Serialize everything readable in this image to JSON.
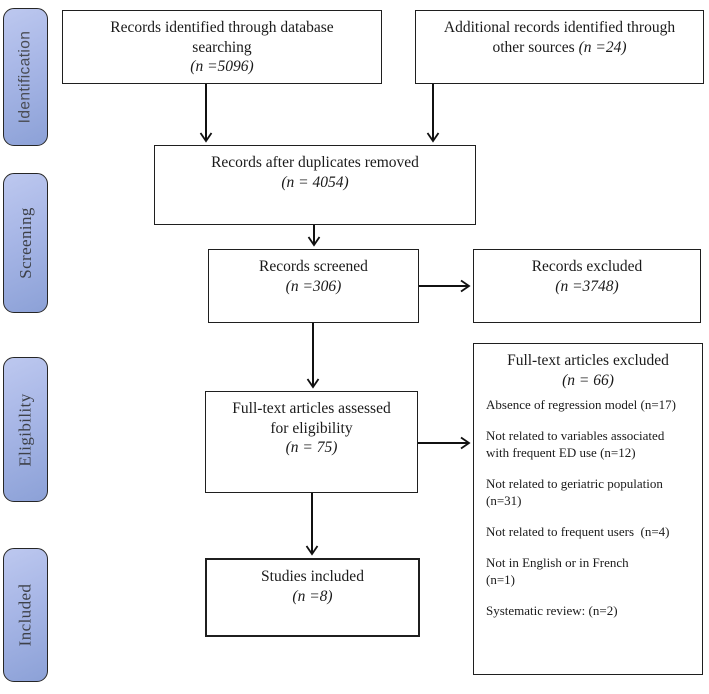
{
  "sidebar": {
    "items": [
      {
        "label": "Identification"
      },
      {
        "label": "Screening"
      },
      {
        "label": "Eligibility"
      },
      {
        "label": "Included"
      }
    ]
  },
  "flow": {
    "db": {
      "l1": "Records identified through database",
      "l2": "searching",
      "n": "(n =5096)"
    },
    "other": {
      "l1": "Additional records identified through",
      "l2": "other sources",
      "n": "(n =24)"
    },
    "dup": {
      "l1": "Records after duplicates removed",
      "n": "(n = 4054)"
    },
    "screened": {
      "l1": "Records screened",
      "n": "(n =306)"
    },
    "excluded": {
      "l1": "Records excluded",
      "n": "(n =3748)"
    },
    "assessed": {
      "l1": "Full-text articles assessed",
      "l2": "for eligibility",
      "n": "(n = 75)"
    },
    "ftexcluded": {
      "title": "Full-text articles excluded",
      "n": "(n = 66)",
      "reasons": [
        "Absence of regression model (n=17)",
        "Not related to variables associated\nwith frequent ED use (n=12)",
        "Not related to geriatric population\n(n=31)",
        "Not related to frequent users  (n=4)",
        "Not in English or in French\n(n=1)",
        "Systematic review: (n=2)"
      ]
    },
    "included": {
      "l1": "Studies included",
      "n": "(n =8)"
    }
  },
  "colors": {
    "stage_fill_light": "#bdc8ef",
    "stage_fill_dark": "#8ca1d7",
    "stage_border": "#262626",
    "box_border": "#1f1f1f",
    "text": "#1a1a1a"
  }
}
